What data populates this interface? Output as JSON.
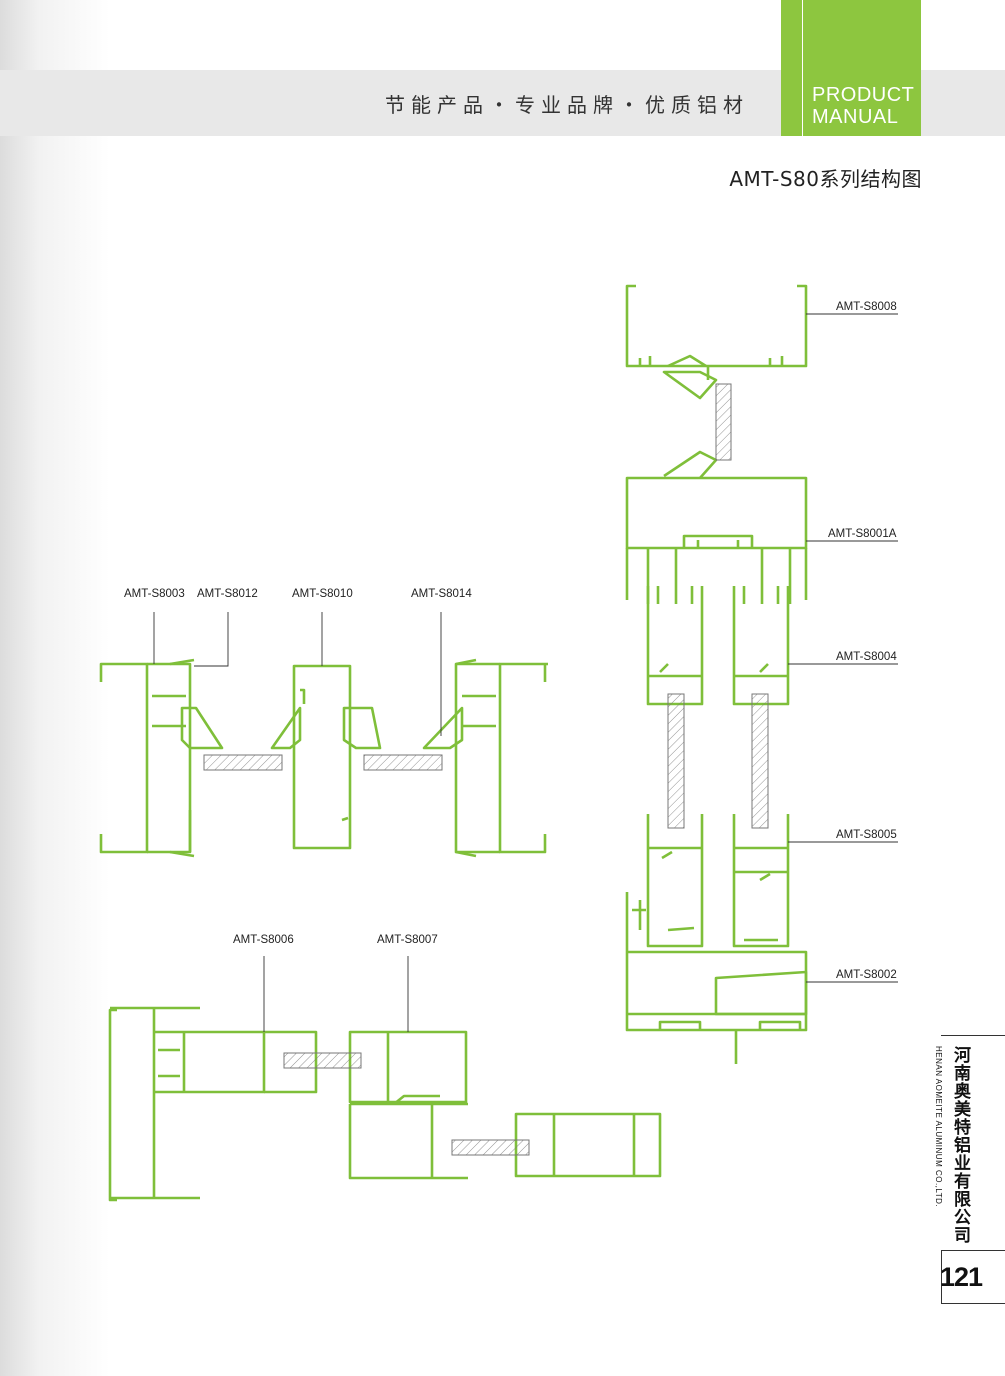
{
  "header": {
    "slogan": "节能产品・专业品牌・优质铝材",
    "tab_line1": "PRODUCT",
    "tab_line2": "MANUAL"
  },
  "title": "AMT-S80系列结构图",
  "labels": {
    "s8008": "AMT-S8008",
    "s8001a": "AMT-S8001A",
    "s8004": "AMT-S8004",
    "s8005": "AMT-S8005",
    "s8002": "AMT-S8002",
    "s8003": "AMT-S8003",
    "s8012": "AMT-S8012",
    "s8010": "AMT-S8010",
    "s8014": "AMT-S8014",
    "s8006": "AMT-S8006",
    "s8007": "AMT-S8007"
  },
  "company": {
    "name_zh": "河南奥美特铝业有限公司",
    "name_en": "HENAN AOMEITE ALUMINUM CO.,LTD."
  },
  "page_number": "121",
  "colors": {
    "brand_green": "#8dc63f",
    "profile_stroke": "#7fbf3a",
    "header_band": "#e8e8e8"
  }
}
